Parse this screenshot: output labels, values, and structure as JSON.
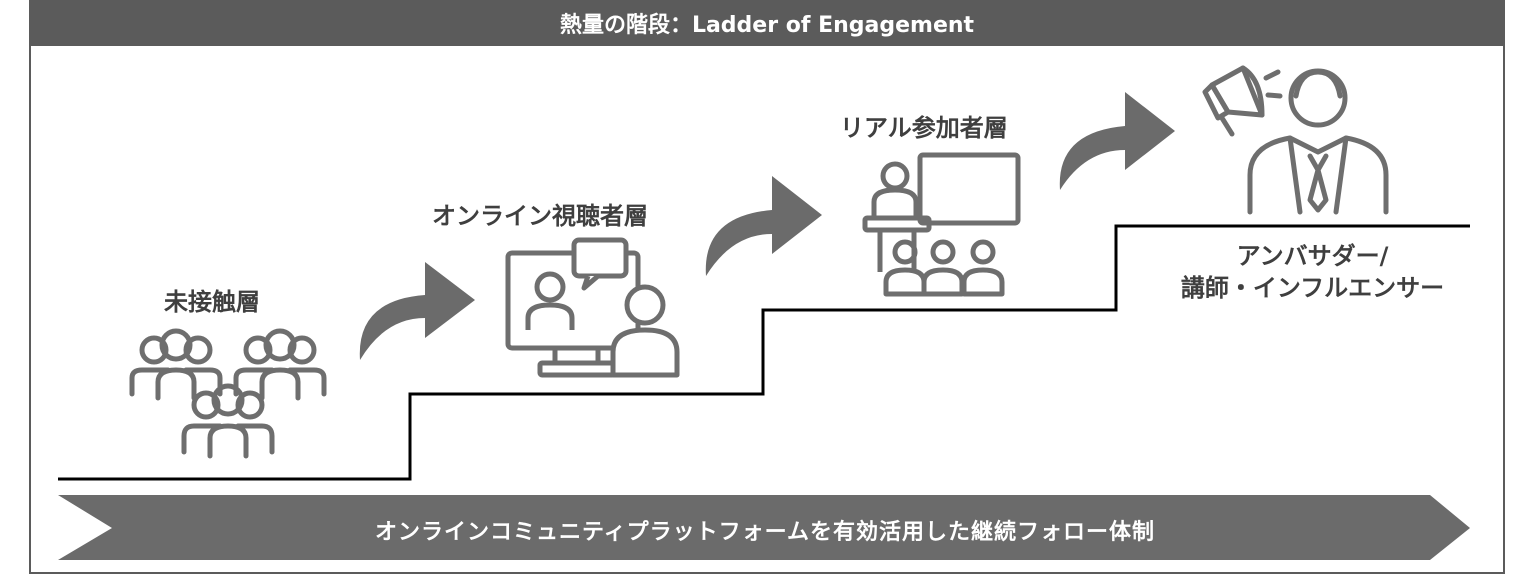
{
  "title": "熱量の階段：Ladder of Engagement",
  "stages": [
    {
      "label": "未接触層"
    },
    {
      "label": "オンライン視聴者層"
    },
    {
      "label": "リアル参加者層"
    },
    {
      "label_line1": "アンバサダー/",
      "label_line2": "講師・インフルエンサー"
    }
  ],
  "banner": {
    "text": "オンラインコミュニティプラットフォームを有効活用した継続フォロー体制"
  },
  "colors": {
    "title_bar": "#5b5b5b",
    "icon": "#6e6e6e",
    "stair_line": "#000000",
    "banner": "#6b6b6b",
    "label_text": "#3f3f3f"
  }
}
